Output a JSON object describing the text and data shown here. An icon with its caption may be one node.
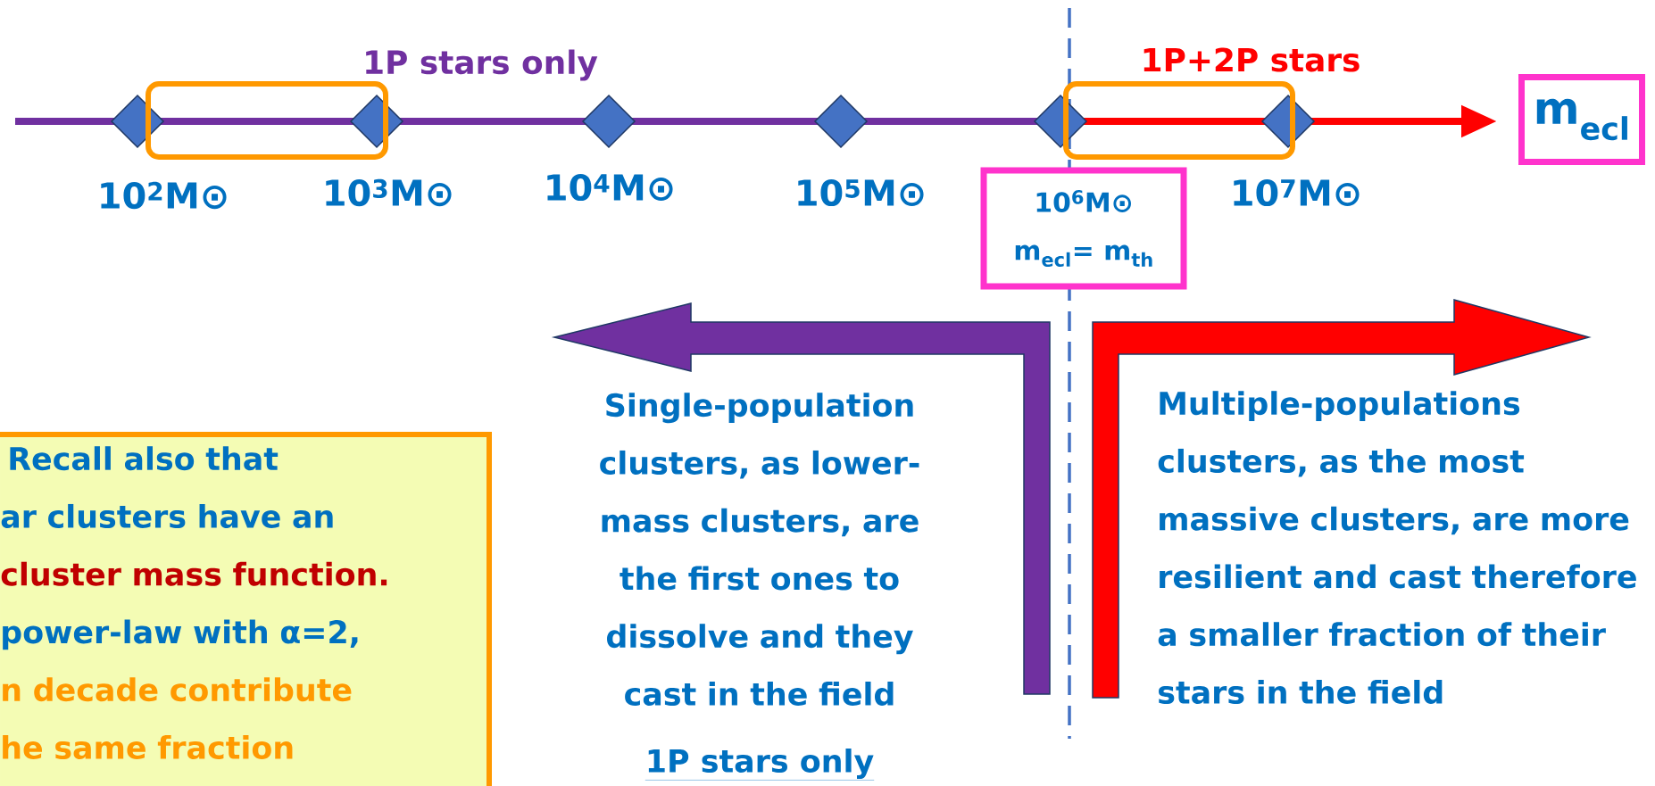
{
  "diagram": {
    "nodes": [
      {
        "text": [
          "m$_{ecl}$"
        ]
      },
      {
        "text": [
          "10$^{6}$M⊙",
          "m$_{ecl}$= m$_{th}$"
        ]
      },
      {
        "text": [
          "Recall also that",
          "ar clusters have an",
          "cluster mass function.",
          "power-law with α=2,",
          "n decade contribute",
          "he same fraction"
        ]
      }
    ],
    "labels": [
      "1P stars only",
      "1P+2P stars",
      "10$^{2}$M⊙",
      "10$^{3}$M⊙",
      "10$^{4}$M⊙",
      "10$^{5}$M⊙",
      "10$^{7}$M⊙",
      "Single-population clusters, as lower-mass clusters, are the first ones to dissolve and they cast in the field",
      "1P stars only",
      "Multiple-populations clusters, as the most massive clusters, are more resilient and cast therefore a smaller fraction of their stars in the field"
    ]
  }
}
